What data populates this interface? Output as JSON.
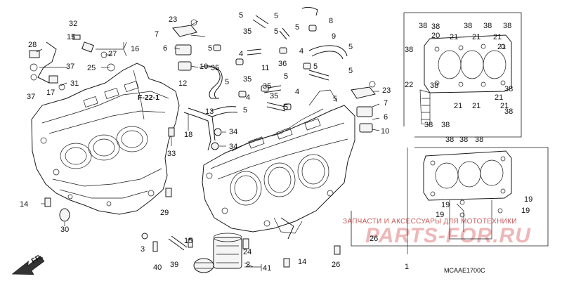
{
  "diagram": {
    "code": "MCAAE1700C",
    "section_ref": "F-22-1",
    "front_label": "FR.",
    "watermark": {
      "line": "ЗАПЧАСТИ И АКСЕССУАРЫ ДЛЯ МОТОТЕХНИКИ",
      "logo": "PARTS-FOR.RU"
    },
    "callouts": [
      {
        "id": "c23a",
        "text": "23"
      },
      {
        "id": "c5a",
        "text": "5"
      },
      {
        "id": "c5b",
        "text": "5"
      },
      {
        "id": "c8",
        "text": "8"
      },
      {
        "id": "c7a",
        "text": "7"
      },
      {
        "id": "c35a",
        "text": "35"
      },
      {
        "id": "c5c",
        "text": "5"
      },
      {
        "id": "c6a",
        "text": "6"
      },
      {
        "id": "c5d",
        "text": "5"
      },
      {
        "id": "c9",
        "text": "9"
      },
      {
        "id": "c5e",
        "text": "5"
      },
      {
        "id": "c4a",
        "text": "4"
      },
      {
        "id": "c5f",
        "text": "5"
      },
      {
        "id": "c4b",
        "text": "4"
      },
      {
        "id": "c10a",
        "text": "10"
      },
      {
        "id": "c35b",
        "text": "35"
      },
      {
        "id": "c11",
        "text": "11"
      },
      {
        "id": "c36",
        "text": "36"
      },
      {
        "id": "c5g",
        "text": "5"
      },
      {
        "id": "c5h",
        "text": "5"
      },
      {
        "id": "c12",
        "text": "12"
      },
      {
        "id": "c5i",
        "text": "5"
      },
      {
        "id": "c35c",
        "text": "35"
      },
      {
        "id": "c35d",
        "text": "35"
      },
      {
        "id": "c5j",
        "text": "5"
      },
      {
        "id": "c4c",
        "text": "4"
      },
      {
        "id": "c4d",
        "text": "4"
      },
      {
        "id": "c5k",
        "text": "5"
      },
      {
        "id": "c13",
        "text": "13"
      },
      {
        "id": "c5l",
        "text": "5"
      },
      {
        "id": "c35e",
        "text": "35"
      },
      {
        "id": "c5m",
        "text": "5"
      },
      {
        "id": "c23b",
        "text": "23"
      },
      {
        "id": "c7b",
        "text": "7"
      },
      {
        "id": "c6b",
        "text": "6"
      },
      {
        "id": "c10b",
        "text": "10"
      },
      {
        "id": "c32",
        "text": "32"
      },
      {
        "id": "c15",
        "text": "15"
      },
      {
        "id": "c27",
        "text": "27"
      },
      {
        "id": "c16",
        "text": "16"
      },
      {
        "id": "c28",
        "text": "28"
      },
      {
        "id": "c37a",
        "text": "37"
      },
      {
        "id": "c25",
        "text": "25"
      },
      {
        "id": "c17",
        "text": "17"
      },
      {
        "id": "c31",
        "text": "31"
      },
      {
        "id": "c37b",
        "text": "37"
      },
      {
        "id": "c18",
        "text": "18"
      },
      {
        "id": "c34a",
        "text": "34"
      },
      {
        "id": "c34b",
        "text": "34"
      },
      {
        "id": "c33",
        "text": "33"
      },
      {
        "id": "c14a",
        "text": "14"
      },
      {
        "id": "c29",
        "text": "29"
      },
      {
        "id": "c30",
        "text": "30"
      },
      {
        "id": "c3",
        "text": "3"
      },
      {
        "id": "c40",
        "text": "40"
      },
      {
        "id": "c39",
        "text": "39"
      },
      {
        "id": "c15b",
        "text": "15"
      },
      {
        "id": "c24",
        "text": "24"
      },
      {
        "id": "c2",
        "text": "2"
      },
      {
        "id": "c41",
        "text": "41"
      },
      {
        "id": "c14b",
        "text": "14"
      },
      {
        "id": "c26a",
        "text": "26"
      },
      {
        "id": "c26b",
        "text": "26"
      },
      {
        "id": "c1",
        "text": "1"
      },
      {
        "id": "c38a",
        "text": "38"
      },
      {
        "id": "c38b",
        "text": "38"
      },
      {
        "id": "c38c",
        "text": "38"
      },
      {
        "id": "c38d",
        "text": "38"
      },
      {
        "id": "c38e",
        "text": "38"
      },
      {
        "id": "c20",
        "text": "20"
      },
      {
        "id": "c21a",
        "text": "21"
      },
      {
        "id": "c21b",
        "text": "21"
      },
      {
        "id": "c21c",
        "text": "21"
      },
      {
        "id": "c21d",
        "text": "21"
      },
      {
        "id": "c38f",
        "text": "38"
      },
      {
        "id": "c22",
        "text": "22"
      },
      {
        "id": "c38g",
        "text": "38"
      },
      {
        "id": "c21e",
        "text": "21"
      },
      {
        "id": "c21f",
        "text": "21"
      },
      {
        "id": "c21g",
        "text": "21"
      },
      {
        "id": "c21h",
        "text": "21"
      },
      {
        "id": "c38h",
        "text": "38"
      },
      {
        "id": "c38i",
        "text": "38"
      },
      {
        "id": "c38j",
        "text": "38"
      },
      {
        "id": "c38k",
        "text": "38"
      },
      {
        "id": "c38l",
        "text": "38"
      },
      {
        "id": "c38m",
        "text": "38"
      },
      {
        "id": "c38n",
        "text": "38"
      },
      {
        "id": "c19a",
        "text": "19"
      },
      {
        "id": "c19b",
        "text": "19"
      },
      {
        "id": "c19c",
        "text": "19"
      },
      {
        "id": "c19d",
        "text": "19"
      }
    ]
  }
}
